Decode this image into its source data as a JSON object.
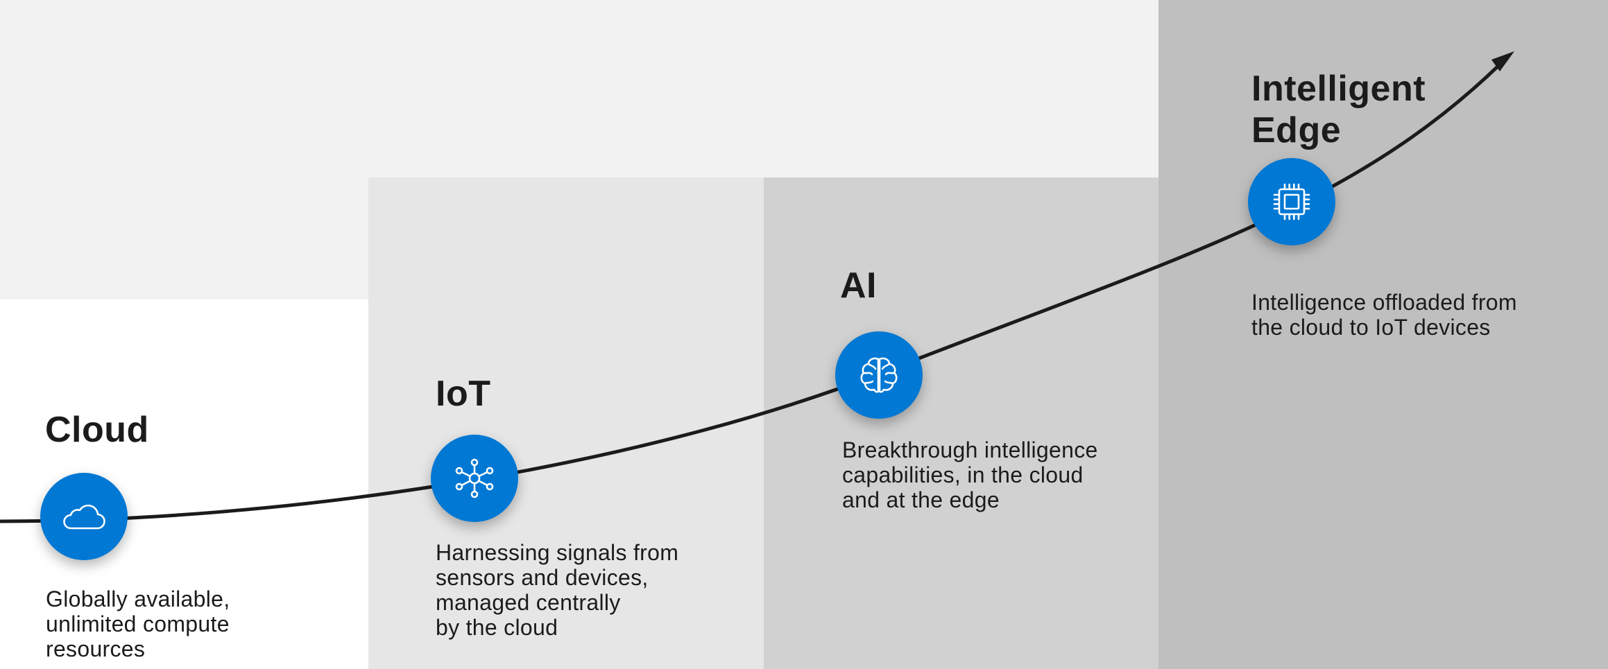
{
  "colors": {
    "accent": "#0078d4",
    "curve": "#1b1b1b",
    "text": "#1b1b1b",
    "background": "#f2f2f2",
    "cloud_panel": "#ffffff",
    "iot_panel": "#e6e6e6",
    "ai_panel": "#d1d1d1",
    "edge_panel": "#bfbfbf"
  },
  "stages": [
    {
      "title": "Cloud",
      "icon": "cloud-icon",
      "description": "Globally available,\nunlimited compute\nresources"
    },
    {
      "title": "IoT",
      "icon": "network-hub-icon",
      "description": "Harnessing signals from\nsensors and devices,\nmanaged centrally\nby the cloud"
    },
    {
      "title": "AI",
      "icon": "brain-icon",
      "description": "Breakthrough intelligence\ncapabilities, in the cloud\nand at the edge"
    },
    {
      "title": "Intelligent\nEdge",
      "icon": "chip-icon",
      "description": "Intelligence offloaded from\nthe cloud to IoT devices"
    }
  ]
}
